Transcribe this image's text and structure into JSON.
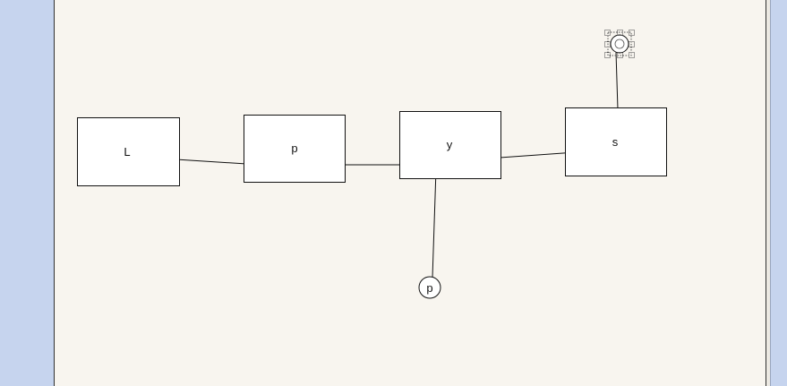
{
  "diagram": {
    "nodes": [
      {
        "id": "n1",
        "shape": "rect",
        "label": "L"
      },
      {
        "id": "n2",
        "shape": "rect",
        "label": "p"
      },
      {
        "id": "n3",
        "shape": "rect",
        "label": "y"
      },
      {
        "id": "n4",
        "shape": "rect",
        "label": "s"
      },
      {
        "id": "n5",
        "shape": "circle",
        "label": "p"
      },
      {
        "id": "n6",
        "shape": "circle",
        "label": "",
        "selected": true
      }
    ],
    "edges": [
      {
        "from": "n1",
        "to": "n2"
      },
      {
        "from": "n2",
        "to": "n3"
      },
      {
        "from": "n3",
        "to": "n4"
      },
      {
        "from": "n3",
        "to": "n5"
      },
      {
        "from": "n4",
        "to": "n6"
      }
    ]
  },
  "colors": {
    "canvas": "#f8f5ef",
    "outer": "#c6d4ee",
    "stroke": "#111111"
  }
}
